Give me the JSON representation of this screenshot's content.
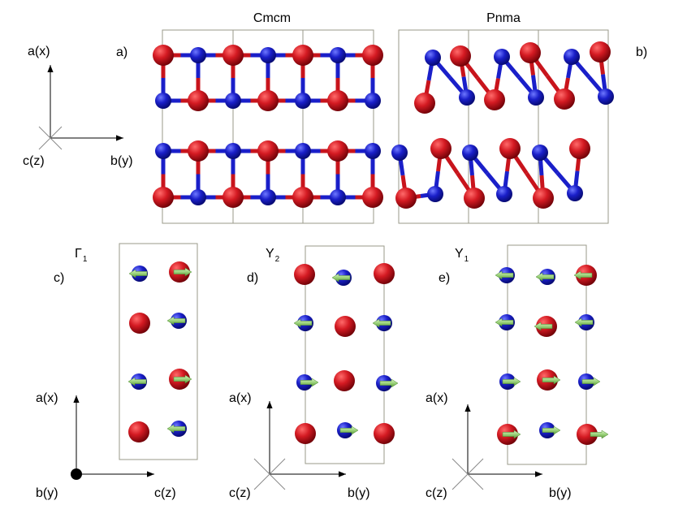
{
  "titles": {
    "cmcm": "Cmcm",
    "pnma": "Pnma"
  },
  "panel_labels": {
    "a": "a)",
    "b": "b)",
    "c": "c)",
    "d": "d)",
    "e": "e)"
  },
  "modes": {
    "c": {
      "base": "Γ",
      "sub": "1"
    },
    "d": {
      "base": "Y",
      "sub": "2"
    },
    "e": {
      "base": "Y",
      "sub": "1"
    }
  },
  "axes": {
    "top": {
      "vertical": "a(x)",
      "horizontal": "b(y)",
      "out_of_plane": "c(z)"
    },
    "c": {
      "vertical": "a(x)",
      "horizontal": "c(z)",
      "out_of_plane": "b(y)"
    },
    "d": {
      "vertical": "a(x)",
      "horizontal": "b(y)",
      "out_of_plane": "c(z)"
    },
    "e": {
      "vertical": "a(x)",
      "horizontal": "b(y)",
      "out_of_plane": "c(z)"
    }
  },
  "colors": {
    "large_atom": "#d41a22",
    "small_atom": "#1a1fc9",
    "displacement_arrow": "#9bd27a",
    "cell_line": "#9a9a8a"
  },
  "icons": {
    "large_atom": "red-sphere-icon",
    "small_atom": "blue-sphere-icon",
    "displacement": "arrow-icon",
    "out_of_plane_dot": "dot-icon",
    "out_of_plane_cross": "cross-icon"
  }
}
